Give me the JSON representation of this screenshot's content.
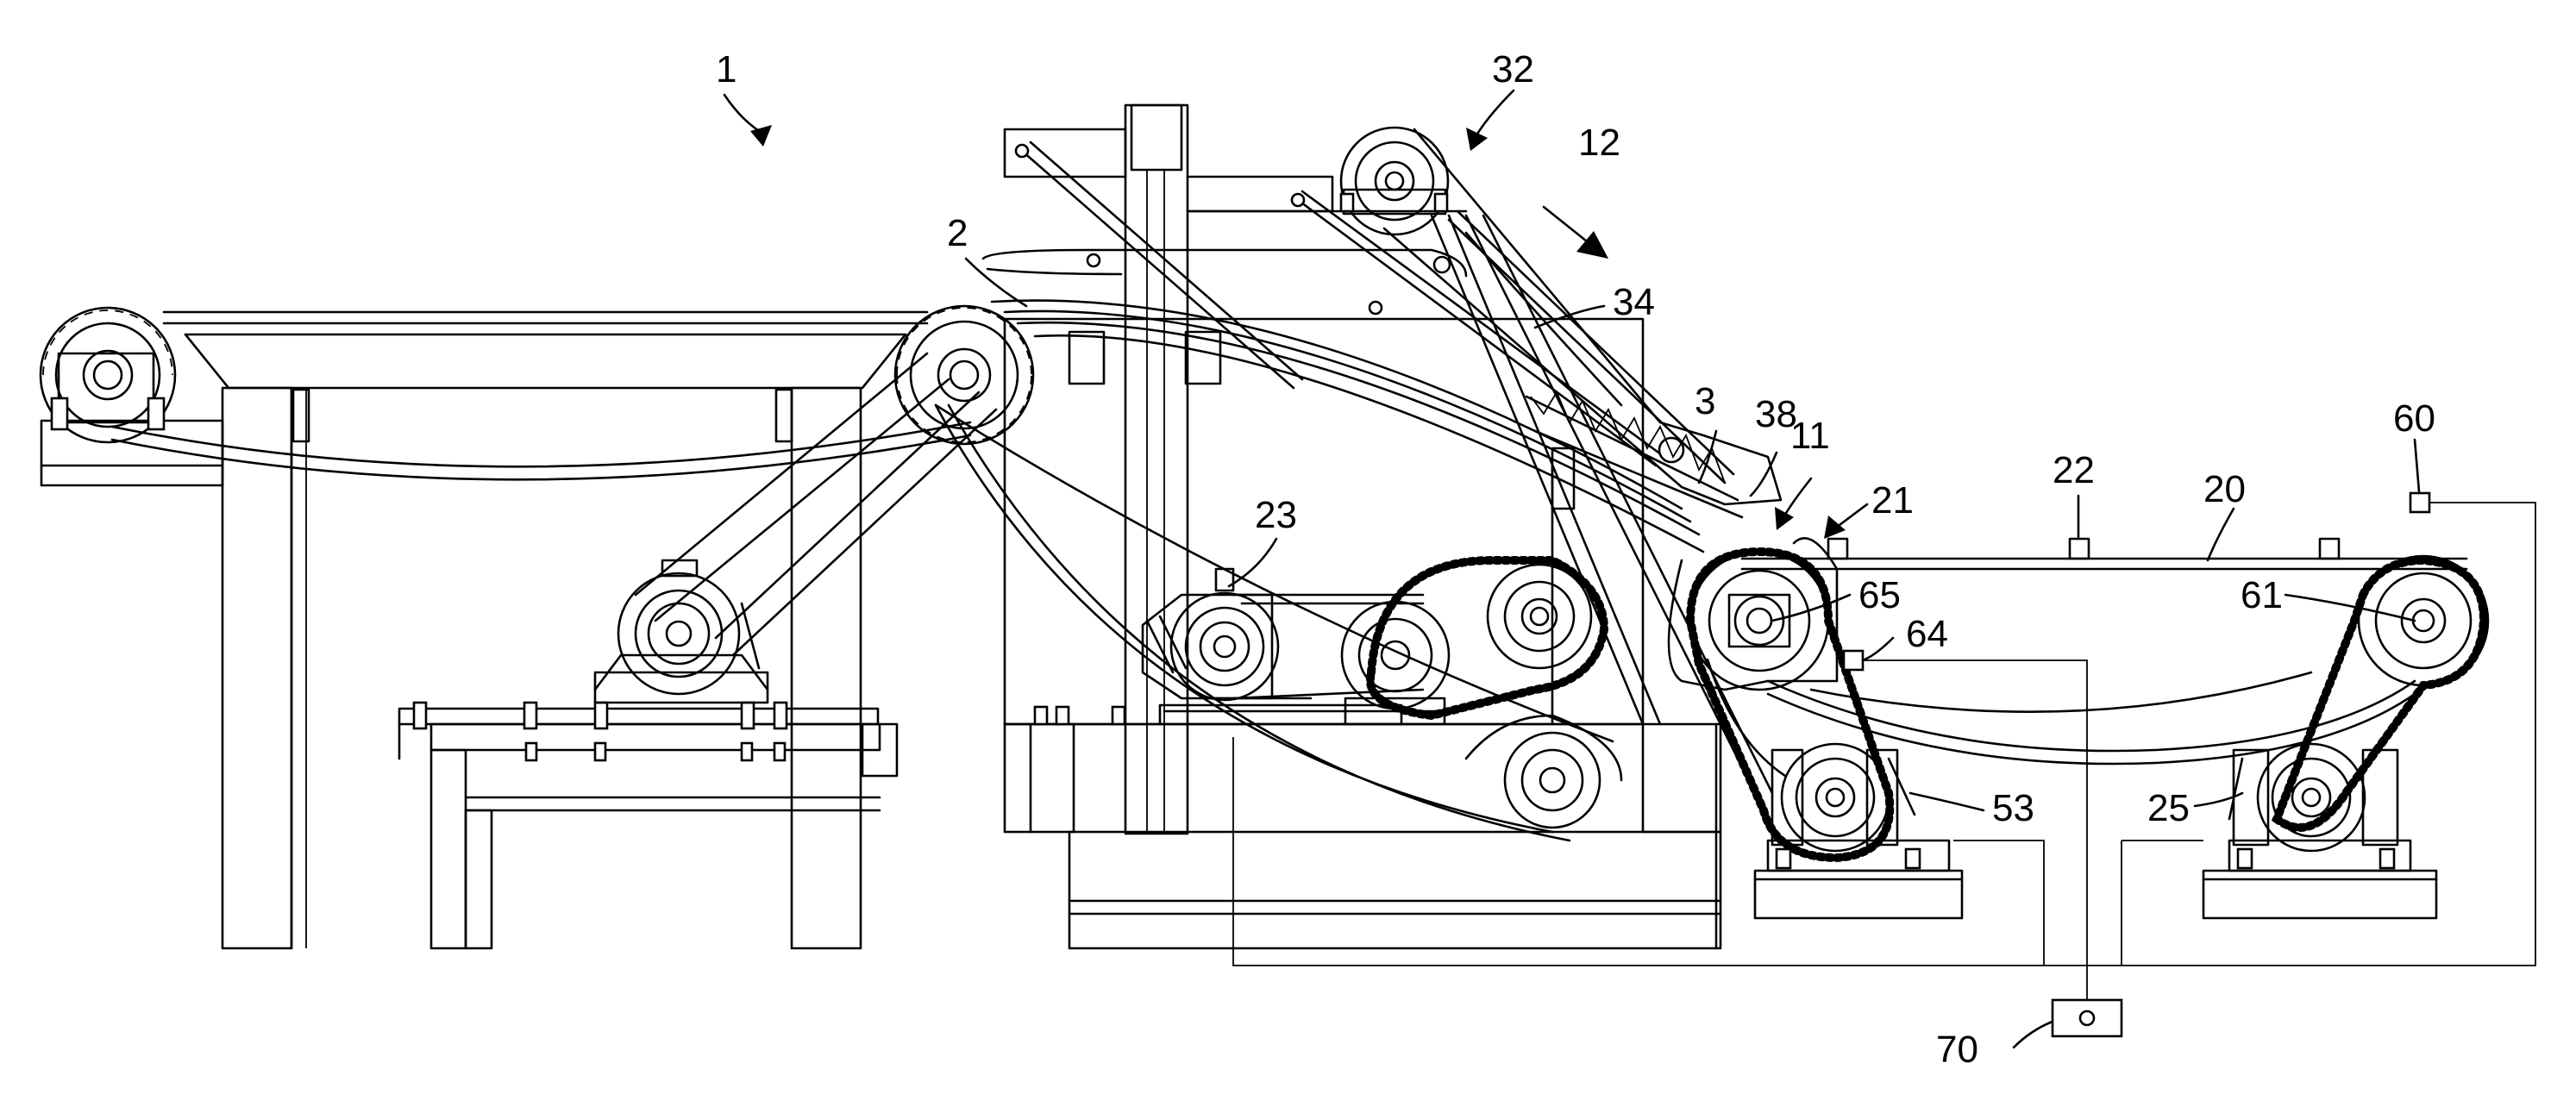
{
  "reference_numerals": {
    "n1": "1",
    "n2": "2",
    "n3": "3",
    "n11": "11",
    "n12": "12",
    "n20": "20",
    "n21": "21",
    "n22": "22",
    "n23": "23",
    "n25": "25",
    "n32": "32",
    "n34": "34",
    "n38": "38",
    "n53": "53",
    "n60": "60",
    "n61": "61",
    "n64": "64",
    "n65": "65",
    "n70": "70"
  }
}
